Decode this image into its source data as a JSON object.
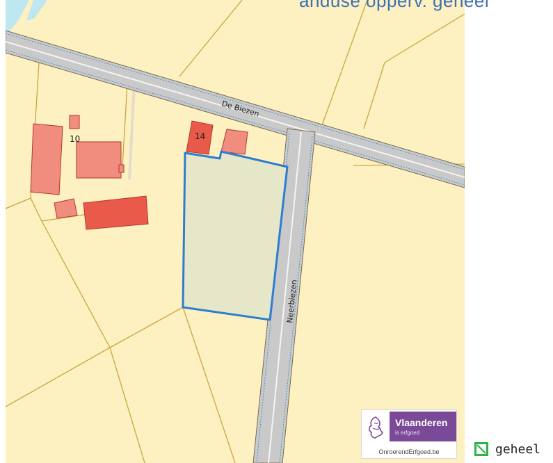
{
  "map": {
    "title_cutoff": "anduse opperv. geheel",
    "road_labels": {
      "north_road": "De Biezen",
      "south_road": "Neerbiezen"
    },
    "house_numbers": [
      "10",
      "14"
    ],
    "colors": {
      "background_parcel": "#fdf0c1",
      "parcel_line": "#c8a83a",
      "building_fill": "#f08d7e",
      "building_stroke": "#b0382a",
      "building_highlight_fill": "#ea5a4a",
      "road_fill": "#bdbdbd",
      "road_stroke": "#7a6a4a",
      "road_edge_dots": "#4a90d0",
      "selection_fill": "#e6e7c8",
      "selection_stroke": "#2e7dd1",
      "water": "#bfe7f1"
    }
  },
  "logo": {
    "name": "Vlaanderen",
    "tagline": "is erfgoed",
    "url": "OnroerendErfgoed.be",
    "icon": "flemish-lion-icon",
    "colors": {
      "brand": "#7a4a98"
    }
  },
  "legend": {
    "label": "geheel",
    "icon": "polygon-outline-icon",
    "colors": {
      "swatch": "#2db34a"
    }
  }
}
